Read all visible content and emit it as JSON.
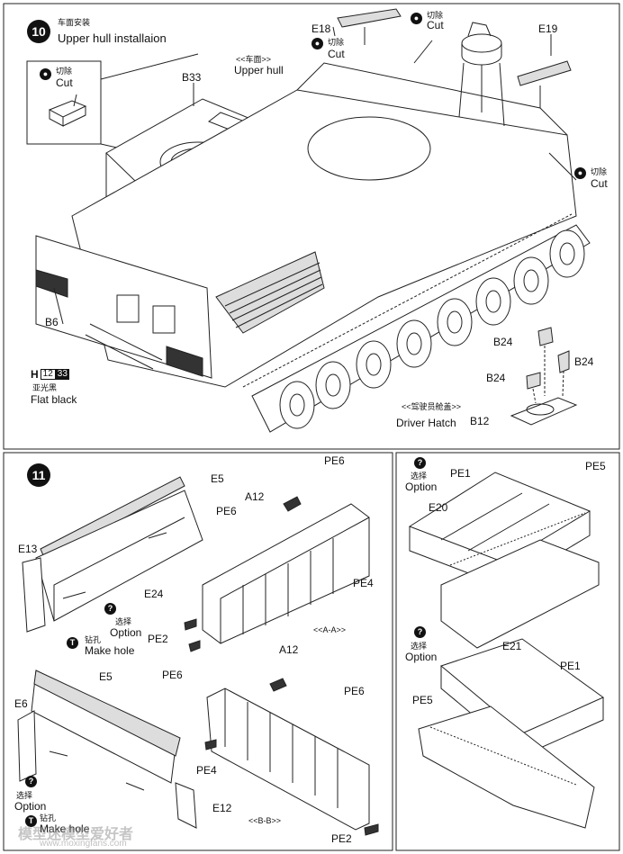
{
  "step10": {
    "number": "10",
    "title_cn": "车面安装",
    "title_en": "Upper hull installaion",
    "upper_hull_cn": "<<车面>>",
    "upper_hull_en": "Upper hull",
    "cut_cn": "切除",
    "cut_en": "Cut",
    "parts": {
      "b33": "B33",
      "b6": "B6",
      "e18": "E18",
      "e19": "E19",
      "b24a": "B24",
      "b24b": "B24",
      "b24c": "B24",
      "b12": "B12"
    },
    "paint": {
      "h": "H",
      "a": "12",
      "b": "33",
      "cn": "亚光黑",
      "en": "Flat black"
    },
    "driver_hatch_cn": "<<驾驶员舱盖>>",
    "driver_hatch_en": "Driver Hatch"
  },
  "step11": {
    "number": "11",
    "parts": {
      "e5a": "E5",
      "e13": "E13",
      "e24": "E24",
      "e5b": "E5",
      "e6": "E6",
      "e12": "E12",
      "pe6a": "PE6",
      "pe6b": "PE6",
      "a12a": "A12",
      "pe4a": "PE4",
      "pe2a": "PE2",
      "aa": "<<A-A>>",
      "a12b": "A12",
      "pe6c": "PE6",
      "pe6d": "PE6",
      "pe4b": "PE4",
      "bb": "<<B-B>>",
      "pe2b": "PE2",
      "pe1a": "PE1",
      "pe5a": "PE5",
      "e20": "E20",
      "e21": "E21",
      "pe1b": "PE1",
      "pe5b": "PE5"
    },
    "option_cn": "选择",
    "option_en": "Option",
    "option_mark": "?",
    "hole_mark": "T",
    "make_hole_cn": "钻孔",
    "make_hole_en": "Make hole"
  },
  "watermark": {
    "line1": "模型迷模型爱好者",
    "line2": "www.moxingfans.com"
  }
}
